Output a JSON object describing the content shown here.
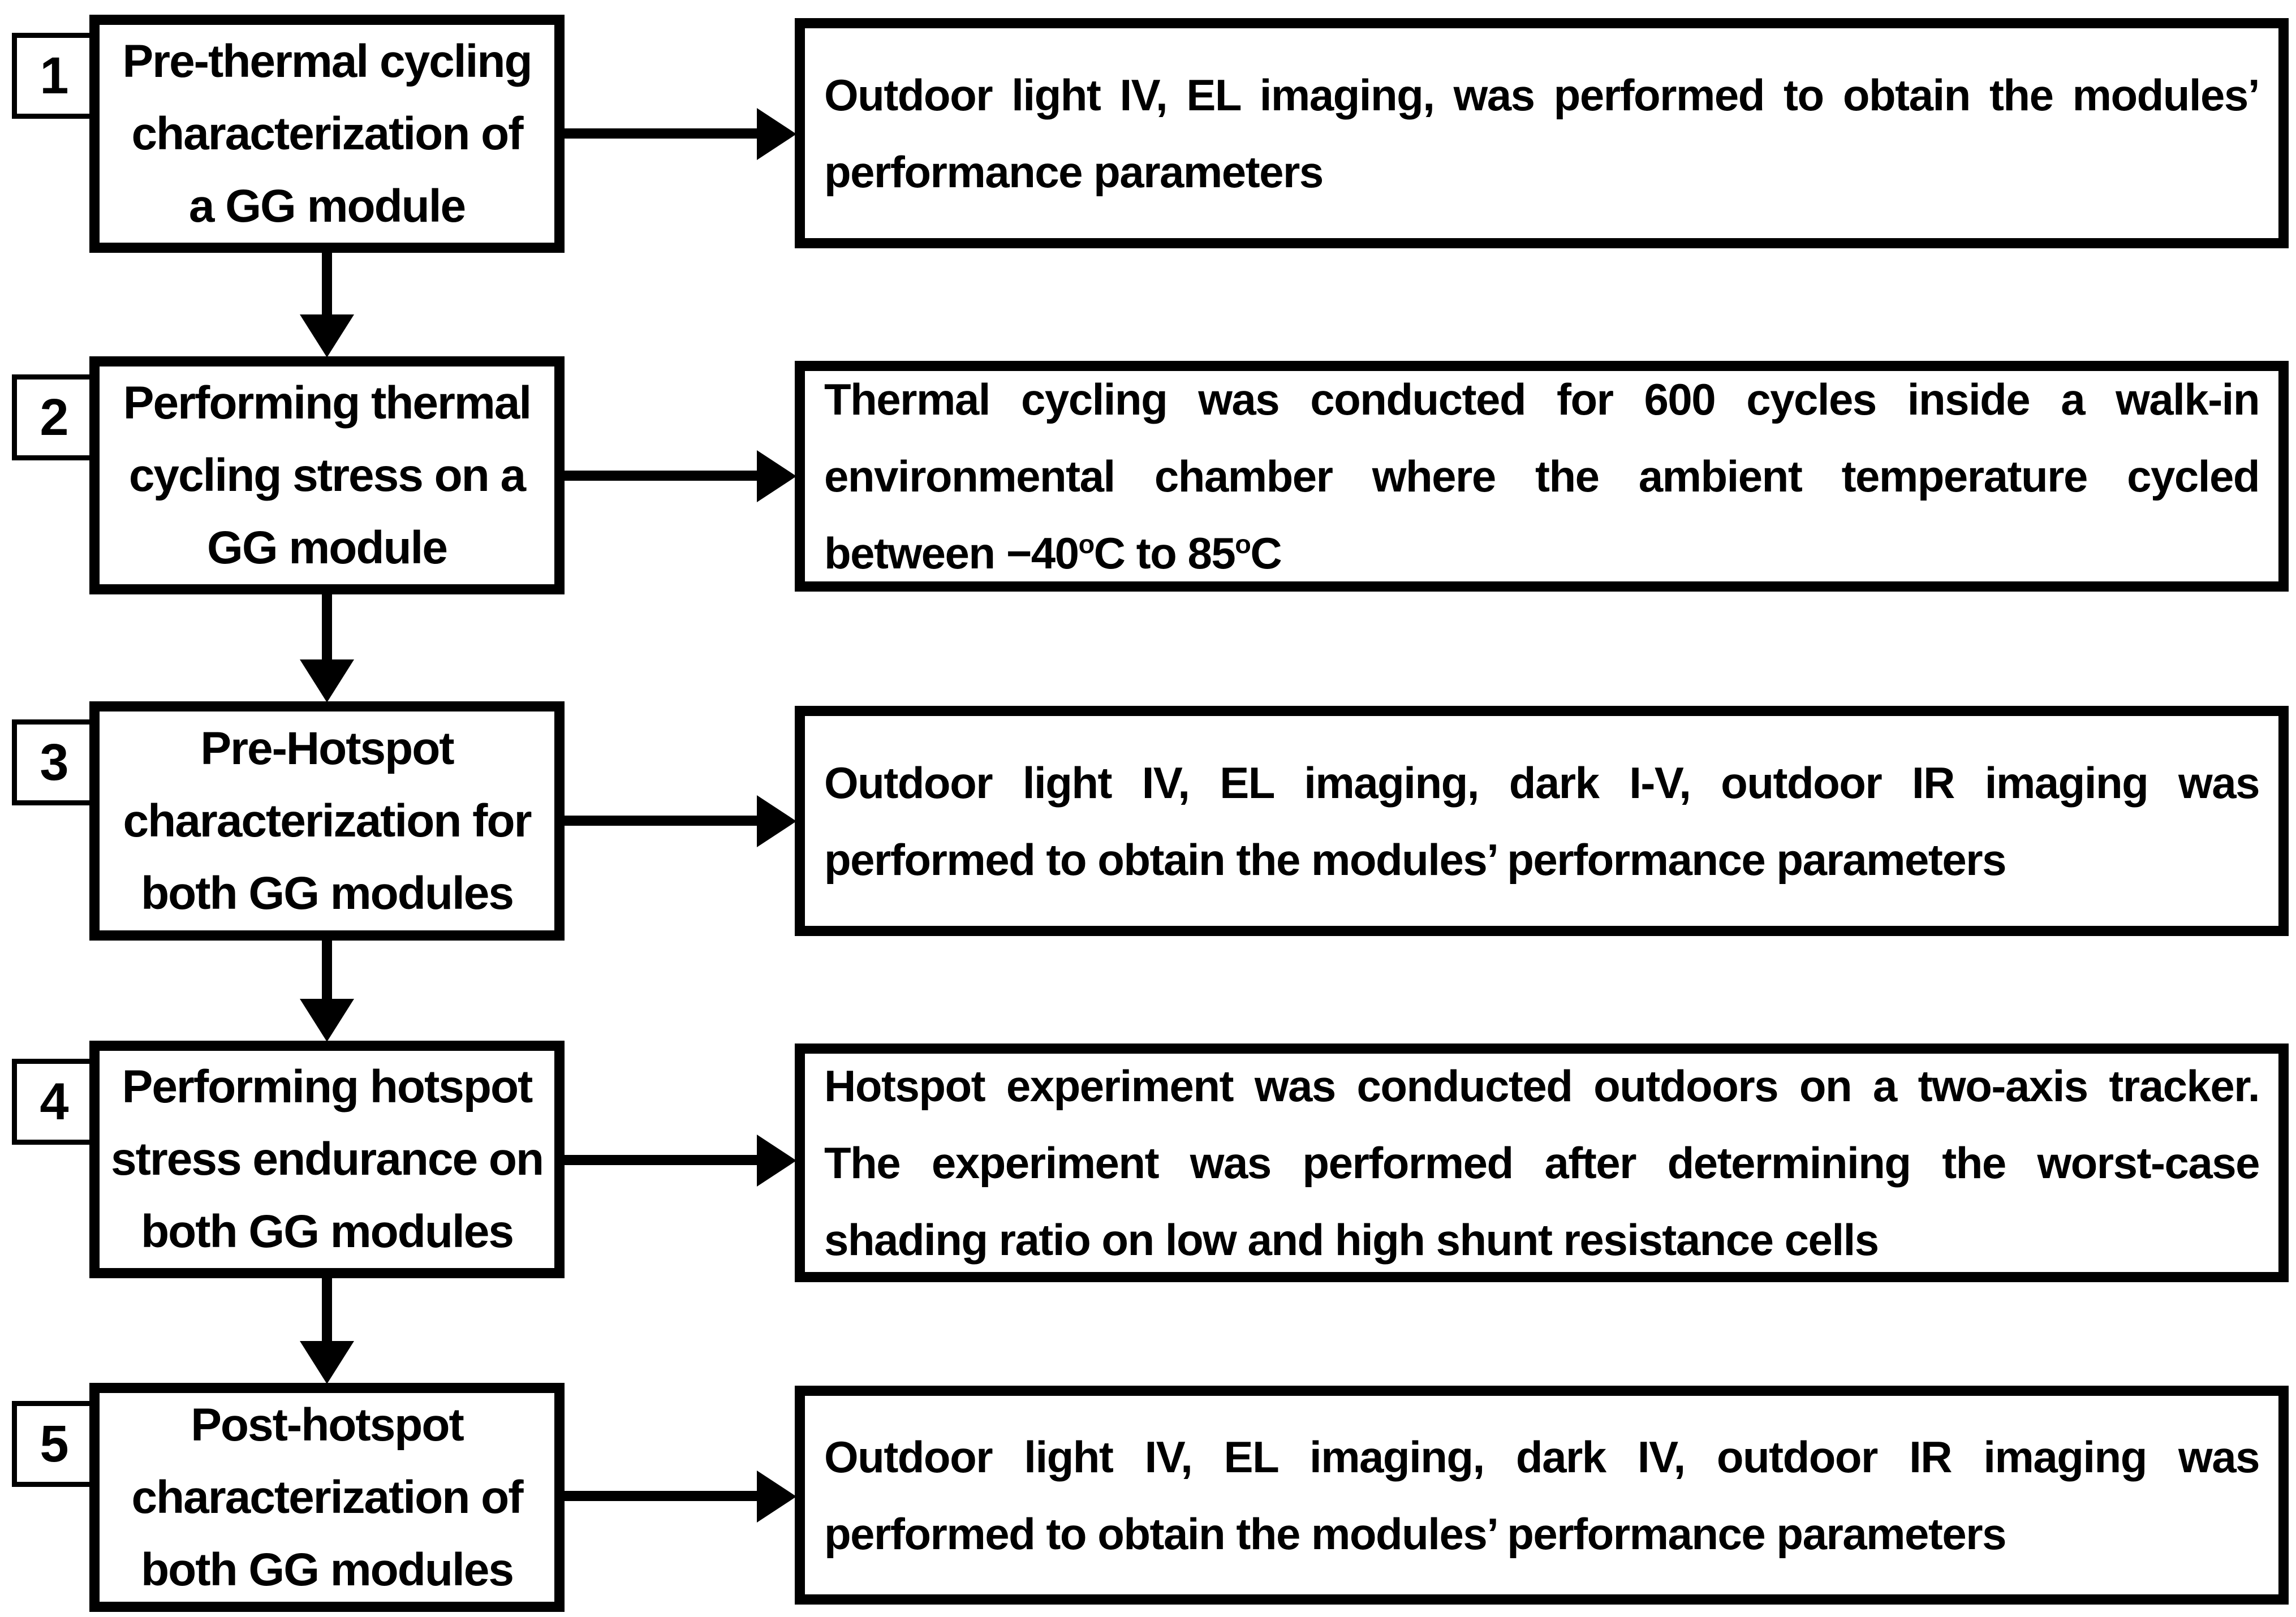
{
  "flowchart": {
    "colors": {
      "ink": "#000000",
      "background": "#ffffff"
    },
    "steps": [
      {
        "number": "1",
        "title_lines": [
          "Pre-thermal cycling",
          "characterization of",
          "a GG module"
        ],
        "desc_lines": [
          [
            {
              "t": "Outdoor light IV, EL imaging, was performed to obtain the modules’"
            }
          ],
          [
            {
              "t": "performance parameters"
            }
          ]
        ]
      },
      {
        "number": "2",
        "title_lines": [
          "Performing thermal",
          "cycling stress on a",
          "GG module"
        ],
        "desc_lines": [
          [
            {
              "t": "Thermal cycling was conducted for 600 cycles inside a walk-in"
            }
          ],
          [
            {
              "t": "environmental chamber where the ambient temperature cycled"
            }
          ],
          [
            {
              "t": "between −40"
            },
            {
              "t": "o",
              "sup": true
            },
            {
              "t": "C to 85"
            },
            {
              "t": "o",
              "sup": true
            },
            {
              "t": "C"
            }
          ]
        ]
      },
      {
        "number": "3",
        "title_lines": [
          "Pre-Hotspot",
          "characterization for",
          "both GG modules"
        ],
        "desc_lines": [
          [
            {
              "t": "Outdoor light IV, EL imaging, dark I-V, outdoor IR imaging was"
            }
          ],
          [
            {
              "t": "performed to obtain the modules’ performance parameters"
            }
          ]
        ]
      },
      {
        "number": "4",
        "title_lines": [
          "Performing hotspot",
          "stress endurance on",
          "both GG modules"
        ],
        "desc_lines": [
          [
            {
              "t": "Hotspot experiment was conducted outdoors on a two-axis tracker."
            }
          ],
          [
            {
              "t": "The experiment was performed after determining the worst-case"
            }
          ],
          [
            {
              "t": "shading ratio on low and high shunt resistance cells"
            }
          ]
        ]
      },
      {
        "number": "5",
        "title_lines": [
          "Post-hotspot",
          "characterization of",
          "both GG modules"
        ],
        "desc_lines": [
          [
            {
              "t": "Outdoor light IV, EL imaging, dark IV, outdoor IR imaging was"
            }
          ],
          [
            {
              "t": "performed to obtain the modules’ performance parameters"
            }
          ]
        ]
      }
    ]
  }
}
